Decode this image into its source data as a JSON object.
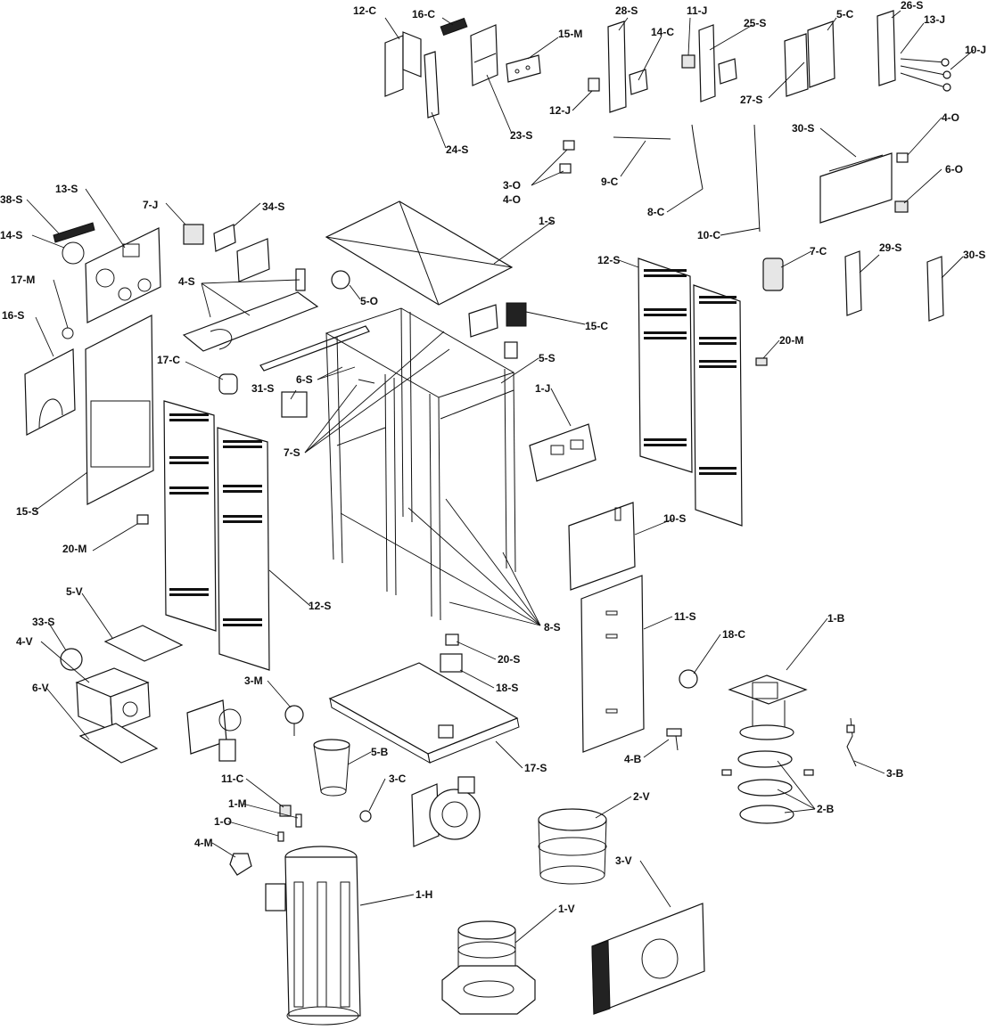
{
  "labels": {
    "c12": "12-C",
    "c16": "16-C",
    "s28": "28-S",
    "j11": "11-J",
    "c5": "5-C",
    "s26": "26-S",
    "s25": "25-S",
    "m15": "15-M",
    "c14": "14-C",
    "j13": "13-J",
    "j10": "10-J",
    "j12": "12-J",
    "s27": "27-S",
    "s24": "24-S",
    "s23": "23-S",
    "s30a": "30-S",
    "o4a": "4-O",
    "o3": "3-O",
    "o4b": "4-O",
    "c9": "9-C",
    "c8": "8-C",
    "c10": "10-C",
    "o6": "6-O",
    "s38": "38-S",
    "s13": "13-S",
    "j7": "7-J",
    "s34": "34-S",
    "s1": "1-S",
    "s14": "14-S",
    "c7": "7-C",
    "s29": "29-S",
    "s30b": "30-S",
    "s12a": "12-S",
    "m17": "17-M",
    "s4": "4-S",
    "o5": "5-O",
    "s16": "16-S",
    "c15": "15-C",
    "m20a": "20-M",
    "c17": "17-C",
    "s6": "6-S",
    "s5": "5-S",
    "s31": "31-S",
    "j1": "1-J",
    "s7": "7-S",
    "s15": "15-S",
    "s10": "10-S",
    "m20b": "20-M",
    "s12b": "12-S",
    "s8": "8-S",
    "v5": "5-V",
    "s11": "11-S",
    "s33": "33-S",
    "m3": "3-M",
    "s20": "20-S",
    "c18": "18-C",
    "b1": "1-B",
    "v4": "4-V",
    "s18": "18-S",
    "v6": "6-V",
    "b5": "5-B",
    "b4": "4-B",
    "s17": "17-S",
    "b3": "3-B",
    "c11": "11-C",
    "c3": "3-C",
    "m1": "1-M",
    "v2": "2-V",
    "b2": "2-B",
    "o1": "1-O",
    "m4": "4-M",
    "v3": "3-V",
    "h1": "1-H",
    "v1": "1-V"
  }
}
